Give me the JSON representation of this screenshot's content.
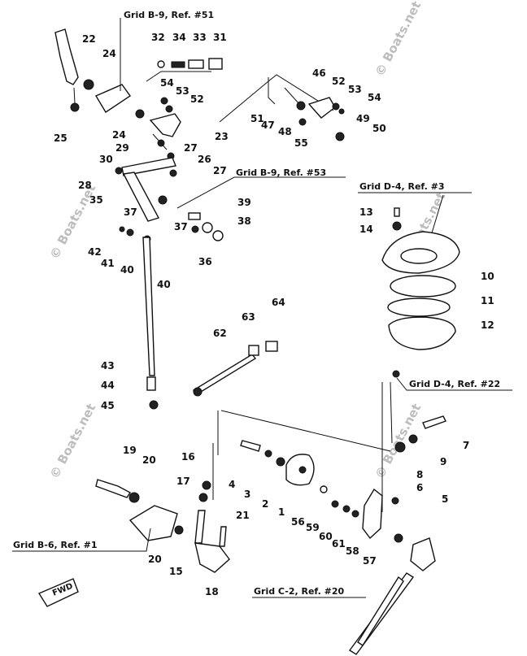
{
  "references": {
    "grid_b9_ref51": "Grid B-9, Ref. #51",
    "grid_b9_ref53": "Grid B-9, Ref. #53",
    "grid_d4_ref3": "Grid D-4, Ref. #3",
    "grid_d4_ref22": "Grid D-4, Ref. #22",
    "grid_b6_ref1": "Grid B-6, Ref. #1",
    "grid_c2_ref20": "Grid C-2, Ref. #20"
  },
  "watermark": "© Boats.net",
  "fwd_label": "FWD",
  "callouts": [
    {
      "id": "c22",
      "label": "22"
    },
    {
      "id": "c24a",
      "label": "24"
    },
    {
      "id": "c25",
      "label": "25"
    },
    {
      "id": "c32",
      "label": "32"
    },
    {
      "id": "c34",
      "label": "34"
    },
    {
      "id": "c33",
      "label": "33"
    },
    {
      "id": "c31",
      "label": "31"
    },
    {
      "id": "c54a",
      "label": "54"
    },
    {
      "id": "c53a",
      "label": "53"
    },
    {
      "id": "c52a",
      "label": "52"
    },
    {
      "id": "c24b",
      "label": "24"
    },
    {
      "id": "c23",
      "label": "23"
    },
    {
      "id": "c29",
      "label": "29"
    },
    {
      "id": "c27a",
      "label": "27"
    },
    {
      "id": "c30",
      "label": "30"
    },
    {
      "id": "c26",
      "label": "26"
    },
    {
      "id": "c28",
      "label": "28"
    },
    {
      "id": "c27b",
      "label": "27"
    },
    {
      "id": "c35",
      "label": "35"
    },
    {
      "id": "c37a",
      "label": "37"
    },
    {
      "id": "c39",
      "label": "39"
    },
    {
      "id": "c37b",
      "label": "37"
    },
    {
      "id": "c38",
      "label": "38"
    },
    {
      "id": "c42",
      "label": "42"
    },
    {
      "id": "c41",
      "label": "41"
    },
    {
      "id": "c40a",
      "label": "40"
    },
    {
      "id": "c36",
      "label": "36"
    },
    {
      "id": "c40b",
      "label": "40"
    },
    {
      "id": "c46",
      "label": "46"
    },
    {
      "id": "c52b",
      "label": "52"
    },
    {
      "id": "c53b",
      "label": "53"
    },
    {
      "id": "c54b",
      "label": "54"
    },
    {
      "id": "c51",
      "label": "51"
    },
    {
      "id": "c47",
      "label": "47"
    },
    {
      "id": "c48",
      "label": "48"
    },
    {
      "id": "c55",
      "label": "55"
    },
    {
      "id": "c49",
      "label": "49"
    },
    {
      "id": "c50",
      "label": "50"
    },
    {
      "id": "c13",
      "label": "13"
    },
    {
      "id": "c14",
      "label": "14"
    },
    {
      "id": "c10",
      "label": "10"
    },
    {
      "id": "c11",
      "label": "11"
    },
    {
      "id": "c12",
      "label": "12"
    },
    {
      "id": "c63",
      "label": "63"
    },
    {
      "id": "c64",
      "label": "64"
    },
    {
      "id": "c62",
      "label": "62"
    },
    {
      "id": "c43",
      "label": "43"
    },
    {
      "id": "c44",
      "label": "44"
    },
    {
      "id": "c45",
      "label": "45"
    },
    {
      "id": "c7",
      "label": "7"
    },
    {
      "id": "c9",
      "label": "9"
    },
    {
      "id": "c8",
      "label": "8"
    },
    {
      "id": "c6",
      "label": "6"
    },
    {
      "id": "c5",
      "label": "5"
    },
    {
      "id": "c19",
      "label": "19"
    },
    {
      "id": "c20a",
      "label": "20"
    },
    {
      "id": "c16",
      "label": "16"
    },
    {
      "id": "c17",
      "label": "17"
    },
    {
      "id": "c4",
      "label": "4"
    },
    {
      "id": "c3",
      "label": "3"
    },
    {
      "id": "c2",
      "label": "2"
    },
    {
      "id": "c1",
      "label": "1"
    },
    {
      "id": "c56",
      "label": "56"
    },
    {
      "id": "c59",
      "label": "59"
    },
    {
      "id": "c60",
      "label": "60"
    },
    {
      "id": "c61",
      "label": "61"
    },
    {
      "id": "c58",
      "label": "58"
    },
    {
      "id": "c57",
      "label": "57"
    },
    {
      "id": "c21",
      "label": "21"
    },
    {
      "id": "c20b",
      "label": "20"
    },
    {
      "id": "c15",
      "label": "15"
    },
    {
      "id": "c18",
      "label": "18"
    }
  ]
}
